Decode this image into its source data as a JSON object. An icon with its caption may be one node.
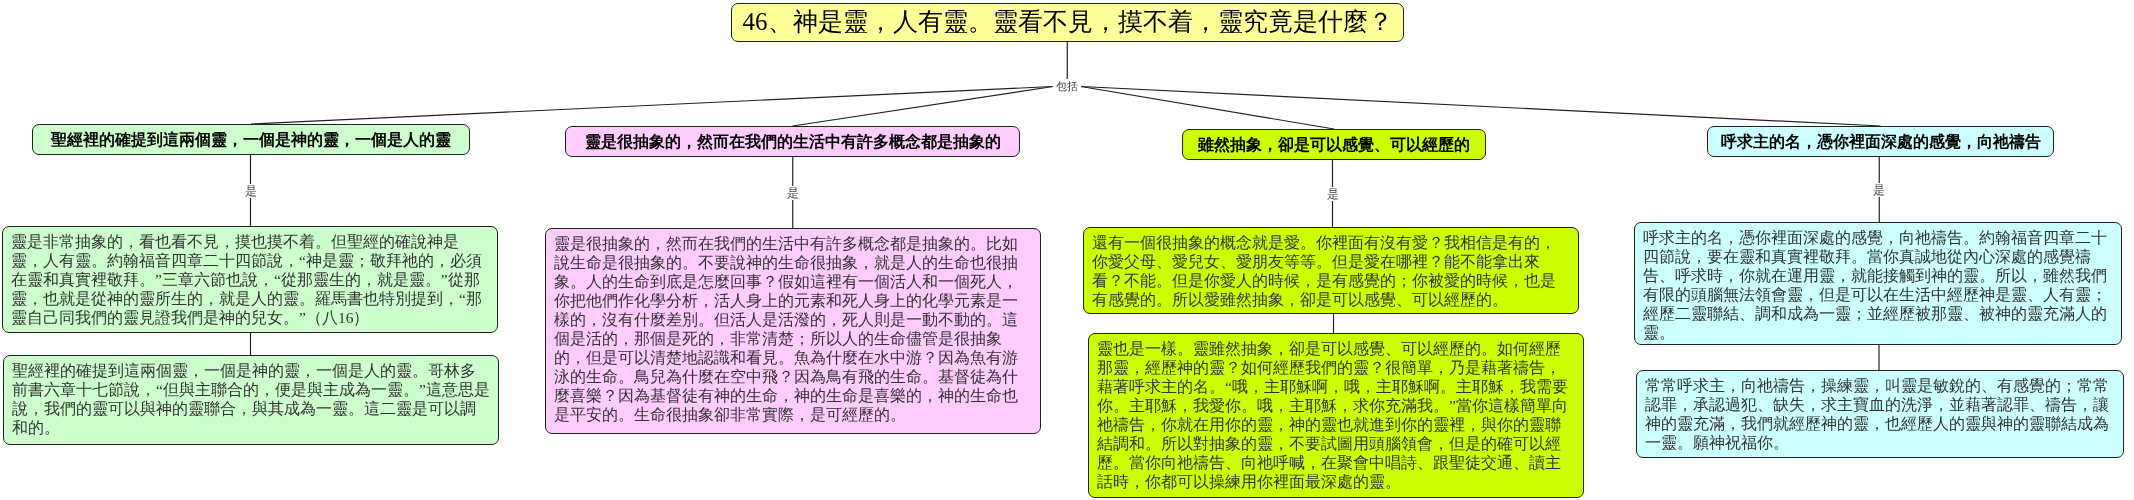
{
  "diagram": {
    "nodes": [
      {
        "text": [
          "46、神是靈，人有靈。靈看不見，摸不着，靈究竟是什麼？"
        ]
      },
      {
        "text": [
          "包括"
        ]
      },
      {
        "text": [
          "聖經裡的確提到這兩個靈，一個是神的靈，一個是人的靈"
        ]
      },
      {
        "text": [
          "靈是非常抽象的，看也看不見，摸也摸不着。但聖經的確說神是靈，人有靈。約翰福音四章二十四節說，“神是靈；敬拜祂的，必須在靈和真實裡敬拜。”三章六節也說，“從那靈生的，就是靈。”從那靈，也就是從神的靈所生的，就是人的靈。羅馬書也特別提到，“那靈自己同我們的靈見證我們是神的兒女。”（八16）"
        ]
      },
      {
        "text": [
          "聖經裡的確提到這兩個靈，一個是神的靈，一個是人的靈。哥林多前書六章十七節說，“但與主聯合的，便是與主成為一靈。”這意思是說，我們的靈可以與神的靈聯合，與其成為一靈。這二靈是可以調和的。"
        ]
      },
      {
        "text": [
          "靈是很抽象的，然而在我們的生活中有許多概念都是抽象的"
        ]
      },
      {
        "text": [
          "靈是很抽象的，然而在我們的生活中有許多概念都是抽象的。比如說生命是很抽象的。不要說神的生命很抽象，就是人的生命也很抽象。人的生命到底是怎麼回事？假如這裡有一個活人和一個死人，你把他們作化學分析，活人身上的元素和死人身上的化學元素是一樣的，沒有什麼差別。但活人是活潑的，死人則是一動不動的。這個是活的，那個是死的，非常清楚；所以人的生命儘管是很抽象的，但是可以清楚地認識和看見。魚為什麼在水中游？因為魚有游泳的生命。鳥兒為什麼在空中飛？因為鳥有飛的生命。基督徒為什麼喜樂？因為基督徒有神的生命，神的生命是喜樂的，神的生命也是平安的。生命很抽象卻非常實際，是可經歷的。"
        ]
      },
      {
        "text": [
          "雖然抽象，卻是可以感覺、可以經歷的"
        ]
      },
      {
        "text": [
          "還有一個很抽象的概念就是愛。你裡面有沒有愛？我相信是有的，你愛父母、愛兒女、愛朋友等等。但是愛在哪裡？能不能拿出來看？不能。但是你愛人的時候，是有感覺的；你被愛的時候，也是有感覺的。所以愛雖然抽象，卻是可以感覺、可以經歷的。"
        ]
      },
      {
        "text": [
          "靈也是一樣。靈雖然抽象，卻是可以感覺、可以經歷的。如何經歷那靈，經歷神的靈？如何經歷我們的靈？很簡單，乃是藉著禱告，藉著呼求主的名。“哦，主耶穌啊，哦，主耶穌啊。主耶穌，我需要你。主耶穌，我愛你。哦，主耶穌，求你充滿我。”當你這樣簡單向祂禱告，你就在用你的靈，神的靈也就進到你的靈裡，與你的靈聯結調和。所以對抽象的靈，不要試圖用頭腦領會，但是的確可以經歷。當你向祂禱告、向祂呼喊，在聚會中唱詩、跟聖徒交通、讀主話時，你都可以操練用你裡面最深處的靈。"
        ]
      },
      {
        "text": [
          "呼求主的名，憑你裡面深處的感覺，向祂禱告"
        ]
      },
      {
        "text": [
          "呼求主的名，憑你裡面深處的感覺，向祂禱告。約翰福音四章二十四節說，要在靈和真實裡敬拜。當你真誠地從內心深處的感覺禱告、呼求時，你就在運用靈，就能接觸到神的靈。所以，雖然我們有限的頭腦無法領會靈，但是可以在生活中經歷神是靈、人有靈；經歷二靈聯結、調和成為一靈；並經歷被那靈、被神的靈充滿人的靈。"
        ]
      },
      {
        "text": [
          "常常呼求主，向祂禱告，操練靈，叫靈是敏銳的、有感覺的；常常認罪，承認過犯、缺失，求主寶血的洗淨，並藉著認罪、禱告，讓神的靈充滿，我們就經歷神的靈，也經歷人的靈與神的靈聯結成為一靈。願神祝福你。"
        ]
      }
    ],
    "edges": [
      {
        "from": 0,
        "to": 1,
        "arrow": "none"
      },
      {
        "from": 1,
        "to": 2,
        "arrow": "none"
      },
      {
        "from": 1,
        "to": 5,
        "arrow": "none"
      },
      {
        "from": 1,
        "to": 7,
        "arrow": "none"
      },
      {
        "from": 1,
        "to": 10,
        "arrow": "none"
      },
      {
        "from": 2,
        "to": 3,
        "arrow": "none",
        "label": "是"
      },
      {
        "from": 3,
        "to": 4,
        "arrow": "none"
      },
      {
        "from": 5,
        "to": 6,
        "arrow": "none",
        "label": "是"
      },
      {
        "from": 7,
        "to": 8,
        "arrow": "none",
        "label": "是"
      },
      {
        "from": 8,
        "to": 9,
        "arrow": "none"
      },
      {
        "from": 10,
        "to": 11,
        "arrow": "none",
        "label": "是"
      },
      {
        "from": 11,
        "to": 12,
        "arrow": "none"
      }
    ]
  }
}
